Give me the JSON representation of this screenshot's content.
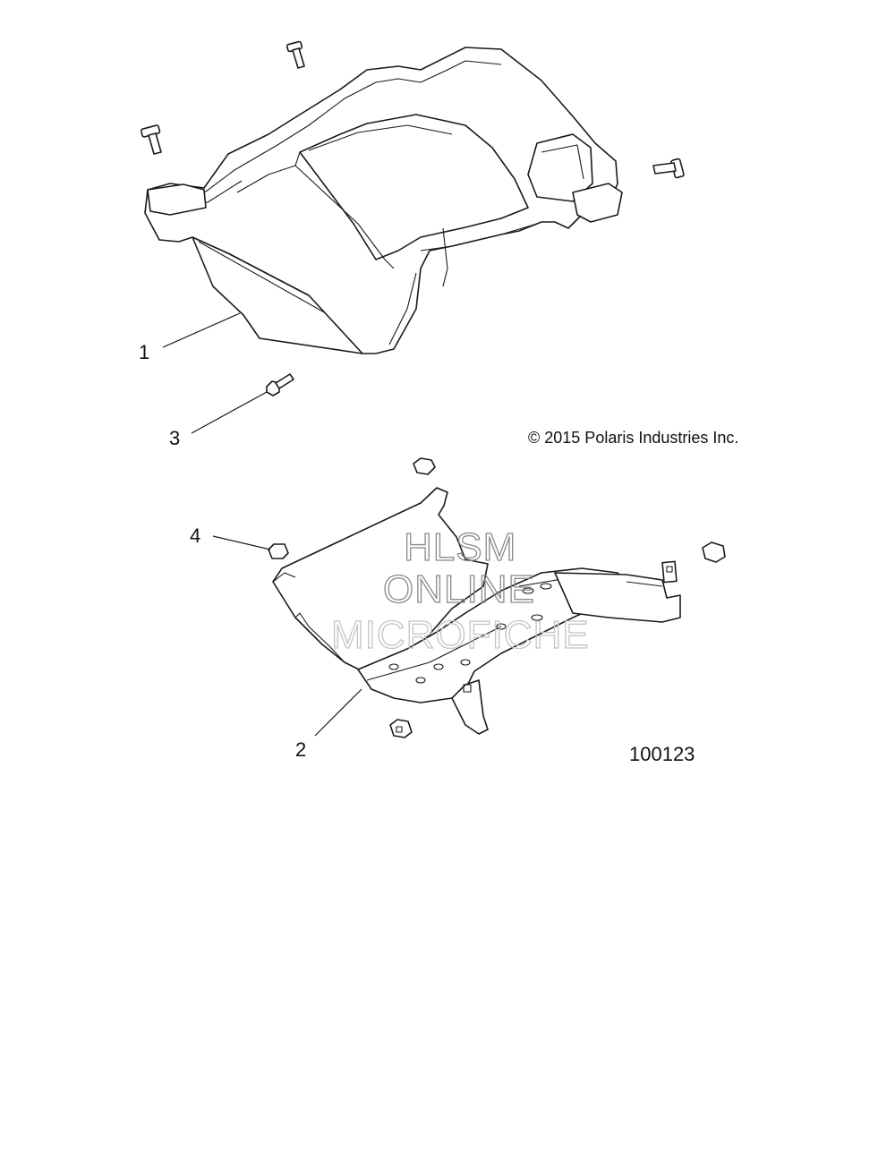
{
  "copyright": "© 2015 Polaris Industries Inc.",
  "figure_number": "100123",
  "watermark": [
    "HLSM",
    "ONLINE",
    "MICROFICHE"
  ],
  "callouts": [
    "1",
    "2",
    "3",
    "4"
  ]
}
